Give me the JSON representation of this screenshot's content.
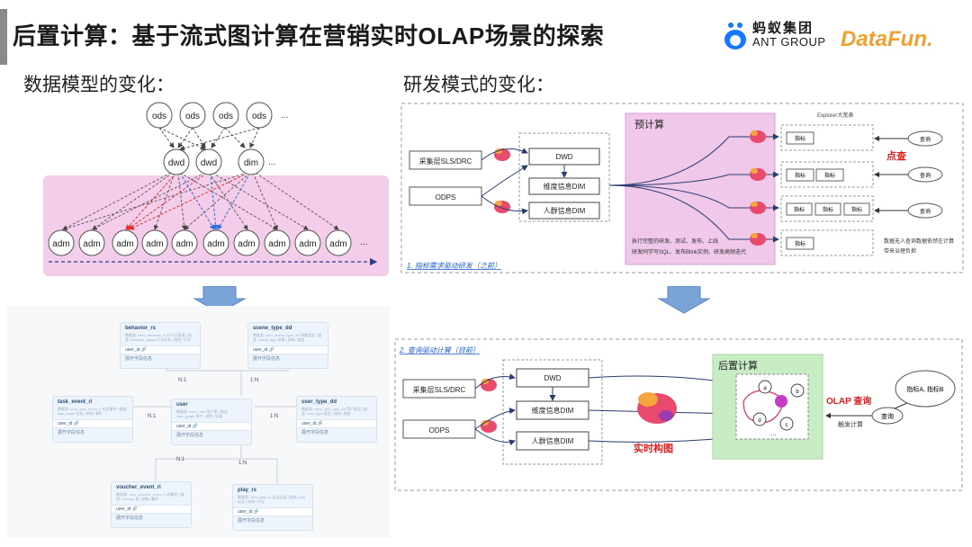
{
  "title": "后置计算：基于流式图计算在营销实时OLAP场景的探索",
  "logos": {
    "ant_cn": "蚂蚁集团",
    "ant_en": "ANT GROUP",
    "datafun": "DataFun."
  },
  "left": {
    "title": "数据模型的变化：",
    "ods": [
      "ods",
      "ods",
      "ods",
      "ods"
    ],
    "ods_more": "...",
    "dw": [
      "dwd",
      "dwd",
      "dim"
    ],
    "dw_more": "...",
    "adm": [
      "adm",
      "adm",
      "adm",
      "adm",
      "adm",
      "adm",
      "adm",
      "adm",
      "adm",
      "adm"
    ],
    "adm_more": "...",
    "er_cards": [
      {
        "name": "behavior_rs",
        "desc": "数据表: xxxx_behavior_rs 行为记录表 | 描述: behavior_graph 行为关系 | 结构: 行为",
        "field": "user_id 🔗",
        "footer": "展开字段信息"
      },
      {
        "name": "scene_type_dd",
        "desc": "数据表: xxxx_scene_type_dd 场景类型 | 描述: scene_type 场景 | 结构: 维度",
        "field": "user_id 🔗",
        "footer": "展开字段信息"
      },
      {
        "name": "task_event_ri",
        "desc": "数据表: xxxx_task_event_ri 任务事件 | 描述: task_event 任务 | 结构: 事件",
        "field": "user_id 🔗",
        "footer": "展开字段信息"
      },
      {
        "name": "user",
        "desc": "数据表: xxxx_user 用户表 | 描述: user_graph 用户 | 结构: 实体",
        "field": "user_id 🔗",
        "footer": "展开字段信息"
      },
      {
        "name": "user_type_dd",
        "desc": "数据表: xxxx_user_type_dd 用户类型 | 描述: user_type 类型 | 结构: 维度",
        "field": "user_id 🔗",
        "footer": "展开字段信息"
      },
      {
        "name": "voucher_event_ri",
        "desc": "数据表: xxxx_voucher_event_ri 券事件 | 描述: voucher 券 | 结构: 事件",
        "field": "user_id 🔗",
        "footer": "展开字段信息"
      },
      {
        "name": "play_rs",
        "desc": "数据表: xxxx_play_rs 玩法记录 | 描述: play 玩法 | 结构: 行为",
        "field": "user_id 🔗",
        "footer": "展开字段信息"
      }
    ],
    "relations": [
      "N:1",
      "1:N",
      "N:1",
      "1:N",
      "N:1",
      "1:N"
    ]
  },
  "right": {
    "title": "研发模式的变化：",
    "top": {
      "source1": "采集层SLS/DRC",
      "source2": "ODPS",
      "dwd": "DWD",
      "dim1": "维度信息DIM",
      "dim2": "人群信息DIM",
      "precompute": "预计算",
      "precompute_desc1": "执行完整的研发、测试、发布、上线",
      "precompute_desc2": "研发同学写SQL、发布Blink实例、研发高频迭代",
      "explorer": "Explorer大宽表",
      "metric": "指标",
      "query": "查询",
      "point_query": "点查",
      "note1": "数据无人查询数据依然在计算",
      "note2": "带来治理负担",
      "label": "1. 指标需求驱动研发（之前）"
    },
    "bottom": {
      "label": "2. 查询驱动计算（目前）",
      "source1": "采集层SLS/DRC",
      "source2": "ODPS",
      "dwd": "DWD",
      "dim1": "维度信息DIM",
      "dim2": "人群信息DIM",
      "realtime": "实时构图",
      "postcompute": "后置计算",
      "olap": "OLAP 查询",
      "query": "查询",
      "trigger": "触发计算",
      "metrics_ab": "指标A, 指标B",
      "nodes": [
        "a",
        "b",
        "c",
        "d"
      ]
    }
  }
}
